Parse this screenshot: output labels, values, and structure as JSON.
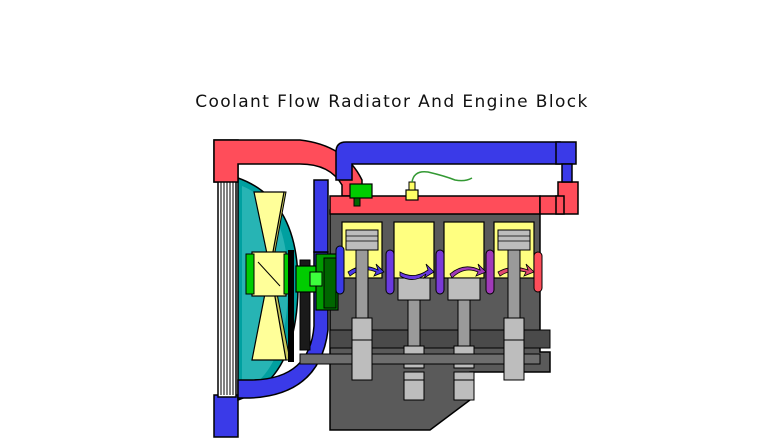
{
  "title": "Coolant Flow Radiator And Engine Block",
  "colors": {
    "hot_coolant": "#ff4d5a",
    "cool_coolant": "#3a3ae8",
    "outline": "#000000",
    "engine_block": "#5a5a5a",
    "cylinder_yellow": "#ffff80",
    "fan_yellow": "#ffff99",
    "pump_green": "#00cc00",
    "pump_dark": "#006600",
    "radiator_teal": "#00a0a0",
    "piston_gray": "#bdbdbd",
    "arrow_purple": "#7a3ad6",
    "sensor_green": "#339933"
  },
  "components": {
    "radiator": "radiator",
    "fan": "fan",
    "water_pump": "water-pump",
    "thermostat": "thermostat",
    "temperature_sender": "temperature-sender",
    "cylinders": 4
  }
}
